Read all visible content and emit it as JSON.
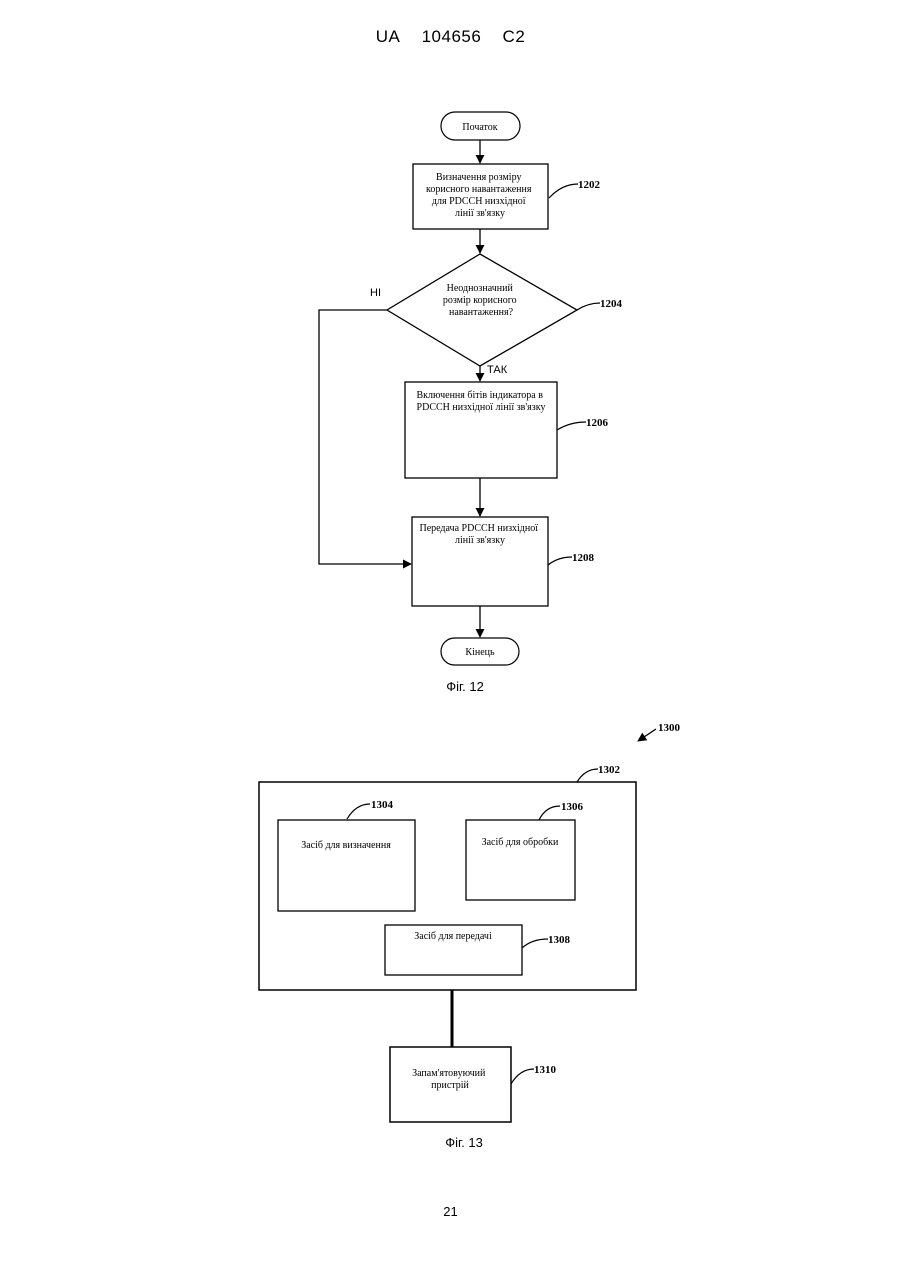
{
  "header": {
    "country": "UA",
    "number": "104656",
    "kind": "C2"
  },
  "page_number": "21",
  "fig12": {
    "caption": "Фіг. 12",
    "start": "Початок",
    "end": "Кінець",
    "step1202": {
      "lines": [
        "Визначення розміру",
        "корисного навантаження",
        "для PDCCH низхідної",
        "лінії зв'язку"
      ],
      "ref": "1202"
    },
    "decision1204": {
      "lines": [
        "Неоднозначний",
        "розмір корисного",
        "навантаження?"
      ],
      "ref": "1204",
      "no": "НІ",
      "yes": "ТАК"
    },
    "step1206": {
      "lines": [
        "Включення бітів індикатора в",
        "PDCCH низхідної лінії зв'язку"
      ],
      "ref": "1206"
    },
    "step1208": {
      "lines": [
        "Передача PDCCH низхідної",
        "лінії зв'язку"
      ],
      "ref": "1208"
    }
  },
  "fig13": {
    "caption": "Фіг. 13",
    "ref_system": "1300",
    "ref_container": "1302",
    "box1304": {
      "text": "Засіб для визначення",
      "ref": "1304"
    },
    "box1306": {
      "text": "Засіб для обробки",
      "ref": "1306"
    },
    "box1308": {
      "text": "Засіб для передачі",
      "ref": "1308"
    },
    "box1310": {
      "lines": [
        "Запам'ятовуючий",
        "пристрій"
      ],
      "ref": "1310"
    }
  }
}
